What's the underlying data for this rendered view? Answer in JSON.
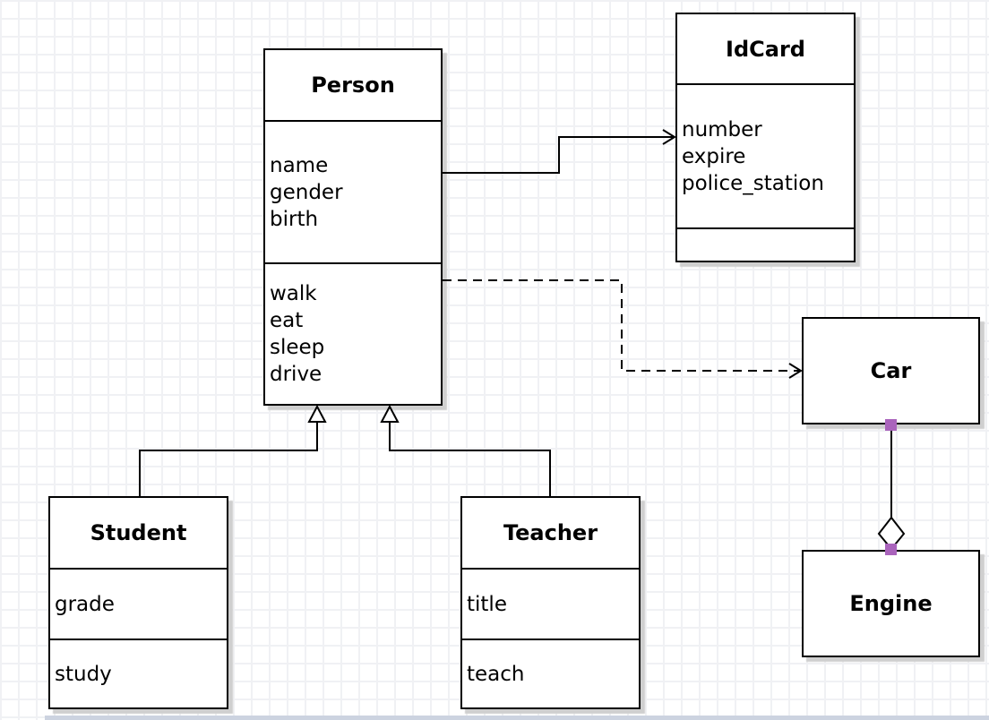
{
  "diagram": {
    "classes": [
      {
        "title": "Person",
        "attributes": [
          "name",
          "gender",
          "birth"
        ],
        "methods": [
          "walk",
          "eat",
          "sleep",
          "drive"
        ]
      },
      {
        "title": "IdCard",
        "attributes": [
          "number",
          "expire",
          "police_station"
        ],
        "methods": []
      },
      {
        "title": "Car",
        "attributes": [],
        "methods": []
      },
      {
        "title": "Engine",
        "attributes": [],
        "methods": []
      },
      {
        "title": "Student",
        "attributes": [
          "grade"
        ],
        "methods": [
          "study"
        ]
      },
      {
        "title": "Teacher",
        "attributes": [
          "title"
        ],
        "methods": [
          "teach"
        ]
      }
    ],
    "relations": [
      {
        "from": "Person",
        "to": "IdCard",
        "type": "association",
        "line": "solid",
        "arrowhead": "open-arrow"
      },
      {
        "from": "Person",
        "to": "Car",
        "type": "dependency",
        "line": "dashed",
        "arrowhead": "open-arrow"
      },
      {
        "from": "Student",
        "to": "Person",
        "type": "generalization",
        "line": "solid",
        "arrowhead": "hollow-triangle"
      },
      {
        "from": "Teacher",
        "to": "Person",
        "type": "generalization",
        "line": "solid",
        "arrowhead": "hollow-triangle"
      },
      {
        "from": "Car",
        "to": "Engine",
        "type": "aggregation",
        "line": "solid",
        "arrowhead": "hollow-diamond"
      }
    ],
    "colors": {
      "shape_border": "#000000",
      "shape_fill": "#ffffff",
      "shape_shadow": "#cfcfcf",
      "canvas_background": "#ffffff",
      "grid_line": "#f0f1f4",
      "connection_handle": "#aa64bc",
      "bottom_edge_strip": "#ccd3e0"
    }
  }
}
